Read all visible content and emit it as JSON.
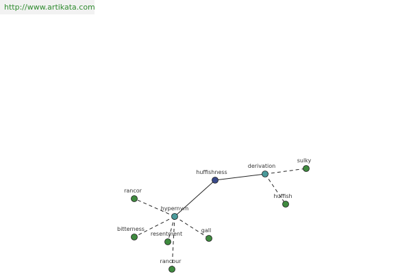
{
  "source_url": "http://www.artikata.com",
  "colors": {
    "url_text": "#2e8b2e",
    "url_bg": "#f2f2f2",
    "word_node": "#3f8a3f",
    "relation_node": "#4a9a9a",
    "center_node": "#3a4a8a",
    "edge": "#222222"
  },
  "nodes": [
    {
      "id": "huffishness",
      "label": "huffishness",
      "kind": "center"
    },
    {
      "id": "derivation",
      "label": "derivation",
      "kind": "relation"
    },
    {
      "id": "hypernym",
      "label": "hypernym",
      "kind": "relation"
    },
    {
      "id": "sulky",
      "label": "sulky",
      "kind": "word"
    },
    {
      "id": "huffish",
      "label": "huffish",
      "kind": "word"
    },
    {
      "id": "rancor",
      "label": "rancor",
      "kind": "word"
    },
    {
      "id": "bitterness",
      "label": "bitterness",
      "kind": "word"
    },
    {
      "id": "resentment",
      "label": "resentment",
      "kind": "word"
    },
    {
      "id": "gall",
      "label": "gall",
      "kind": "word"
    },
    {
      "id": "rancour",
      "label": "rancour",
      "kind": "word"
    }
  ],
  "edges": [
    {
      "from": "huffishness",
      "to": "derivation",
      "style": "solid"
    },
    {
      "from": "huffishness",
      "to": "hypernym",
      "style": "solid"
    },
    {
      "from": "derivation",
      "to": "sulky",
      "style": "dashed"
    },
    {
      "from": "derivation",
      "to": "huffish",
      "style": "dashed"
    },
    {
      "from": "hypernym",
      "to": "rancor",
      "style": "dashed"
    },
    {
      "from": "hypernym",
      "to": "bitterness",
      "style": "dashed"
    },
    {
      "from": "hypernym",
      "to": "resentment",
      "style": "dashed"
    },
    {
      "from": "hypernym",
      "to": "gall",
      "style": "dashed"
    },
    {
      "from": "hypernym",
      "to": "rancour",
      "style": "dashed"
    }
  ]
}
